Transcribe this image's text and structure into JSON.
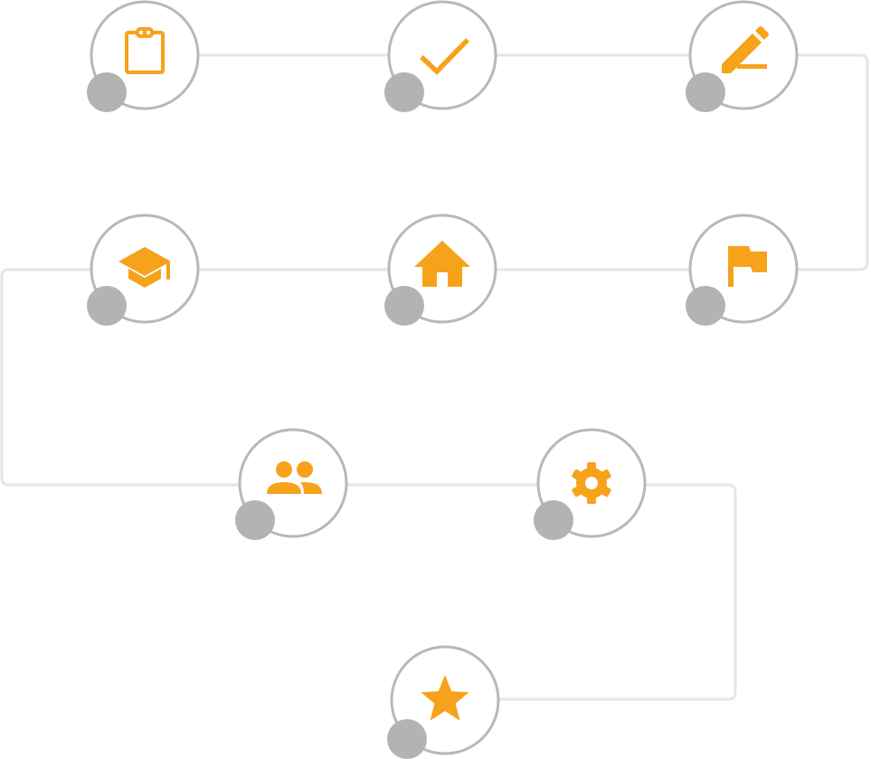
{
  "colors": {
    "background": "#ffffff",
    "connector": "#e6e6e6",
    "node_ring": "#b8b8b8",
    "node_fill": "#ffffff",
    "icon": "#f7a21b",
    "badge": "#b3b3b3"
  },
  "steps": [
    {
      "id": "step-1",
      "icon": "clipboard-icon"
    },
    {
      "id": "step-2",
      "icon": "checkmark-icon"
    },
    {
      "id": "step-3",
      "icon": "pencil-icon"
    },
    {
      "id": "step-4",
      "icon": "flag-icon"
    },
    {
      "id": "step-5",
      "icon": "home-icon"
    },
    {
      "id": "step-6",
      "icon": "graduation-cap-icon"
    },
    {
      "id": "step-7",
      "icon": "people-icon"
    },
    {
      "id": "step-8",
      "icon": "gear-icon"
    },
    {
      "id": "step-9",
      "icon": "star-icon"
    }
  ]
}
